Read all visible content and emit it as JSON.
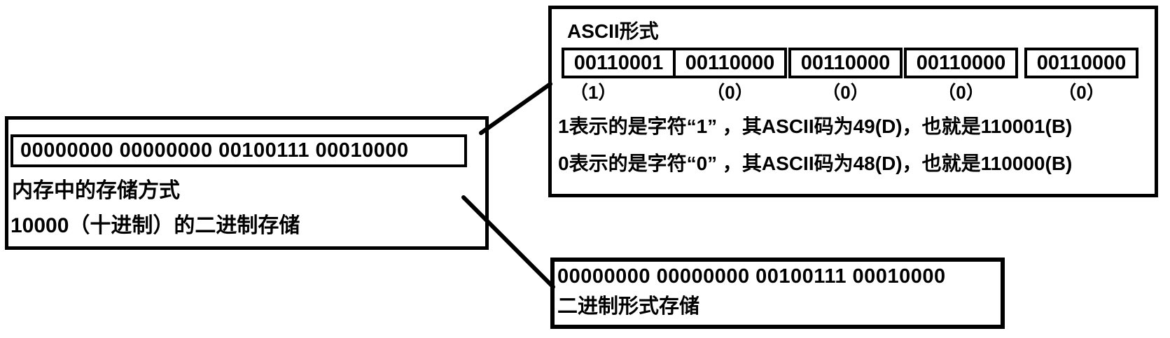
{
  "memory_box": {
    "binary": "00000000 00000000 00100111 00010000",
    "caption1": "内存中的存储方式",
    "caption2": "10000（十进制）的二进制存储"
  },
  "ascii_box": {
    "title": "ASCII形式",
    "cells": [
      {
        "bits": "00110001",
        "label": "（1）"
      },
      {
        "bits": "00110000",
        "label": "（0）"
      },
      {
        "bits": "00110000",
        "label": "（0）"
      },
      {
        "bits": "00110000",
        "label": "（0）"
      },
      {
        "bits": "00110000",
        "label": "（0）"
      }
    ],
    "note1": "1表示的是字符“1” ，其ASCII码为49(D)，也就是110001(B)",
    "note2": "0表示的是字符“0” ，其ASCII码为48(D)，也就是110000(B)"
  },
  "binary_box": {
    "binary": "00000000 00000000 00100111 00010000",
    "caption": "二进制形式存储"
  },
  "colors": {
    "ink": "#000000",
    "background": "#ffffff"
  }
}
